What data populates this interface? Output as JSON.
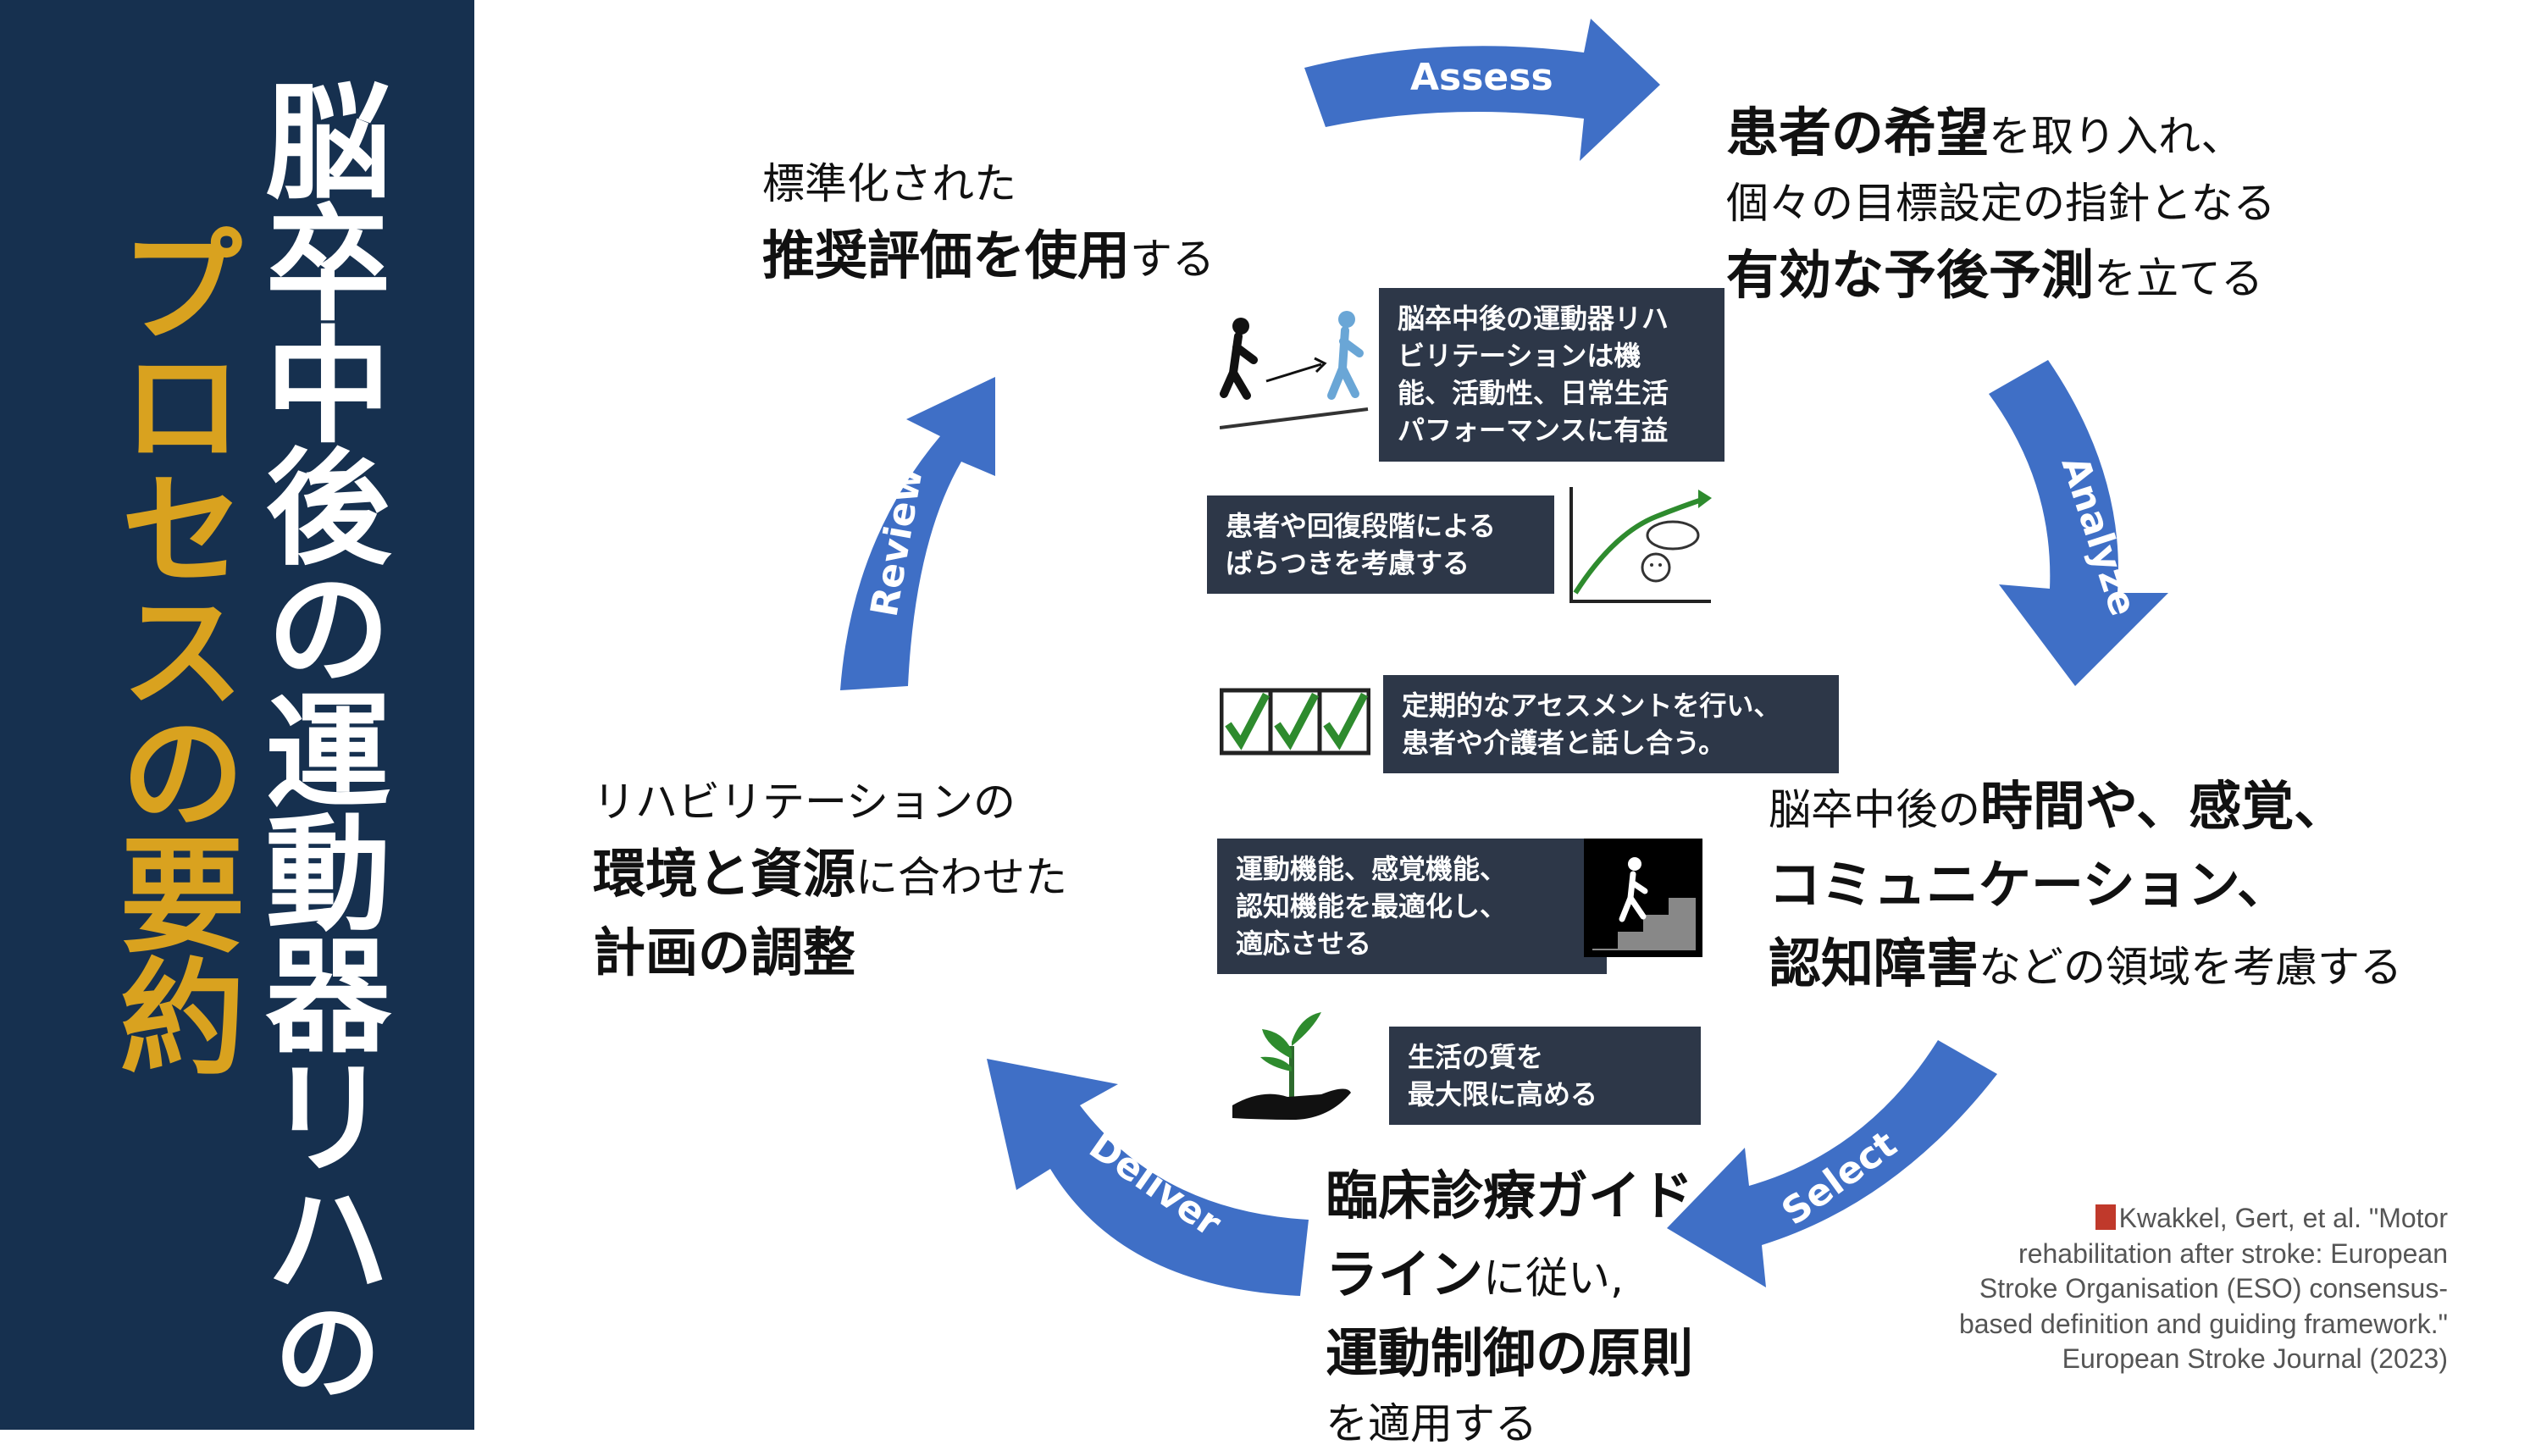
{
  "sidebar": {
    "title_white": [
      "脳卒中後の運動器リハ",
      "の"
    ],
    "title_gold": "プロセスの要約"
  },
  "arrows": {
    "assess": "Assess",
    "analyze": "Analyze",
    "select": "Select",
    "deliver": "Deliver",
    "review": "Review",
    "color": "#3f6fc6"
  },
  "stages": {
    "assess": {
      "l1": "標準化された",
      "l2_bold": "推奨評価を使用",
      "l2_rest": "する"
    },
    "analyze": {
      "l1_bold": "患者の希望",
      "l1_rest": "を取り入れ、",
      "l2": "個々の目標設定の指針となる",
      "l3_bold": "有効な予後予測",
      "l3_rest": "を立てる"
    },
    "select": {
      "l1_a": "脳卒中後の",
      "l1_bold": "時間や、感覚、",
      "l2_bold": "コミュニケーション、",
      "l3_bold": "認知障害",
      "l3_rest": "などの領域を考慮する"
    },
    "deliver": {
      "l1_bold": "臨床診療ガイド",
      "l2_bold": "ライン",
      "l2_rest": "に従い,",
      "l3_bold": "運動制御の原則",
      "l4": "を適用する"
    },
    "review": {
      "l1": "リハビリテーションの",
      "l2_bold": "環境と資源",
      "l2_rest": "に合わせた",
      "l3_bold": "計画の調整"
    }
  },
  "boxes": {
    "b1": "脳卒中後の運動器リハ\nビリテーションは機\n能、活動性、日常生活\nパフォーマンスに有益",
    "b2": "患者や回復段階による\nばらつきを考慮する",
    "b3": "定期的なアセスメントを行い、\n患者や介護者と話し合う。",
    "b4": "運動機能、感覚機能、\n認知機能を最適化し、\n適応させる",
    "b5": "生活の質を\n最大限に高める"
  },
  "reference": "Kwakkel, Gert, et al. \"Motor\nrehabilitation after stroke: European\nStroke Organisation (ESO) consensus-\nbased definition and guiding framework.\"\nEuropean Stroke Journal (2023)",
  "icons": [
    "walking-figures-icon",
    "recovery-curve-icon",
    "checkbox-checks-icon",
    "stairs-walker-icon",
    "plant-hand-icon",
    "book-icon"
  ]
}
